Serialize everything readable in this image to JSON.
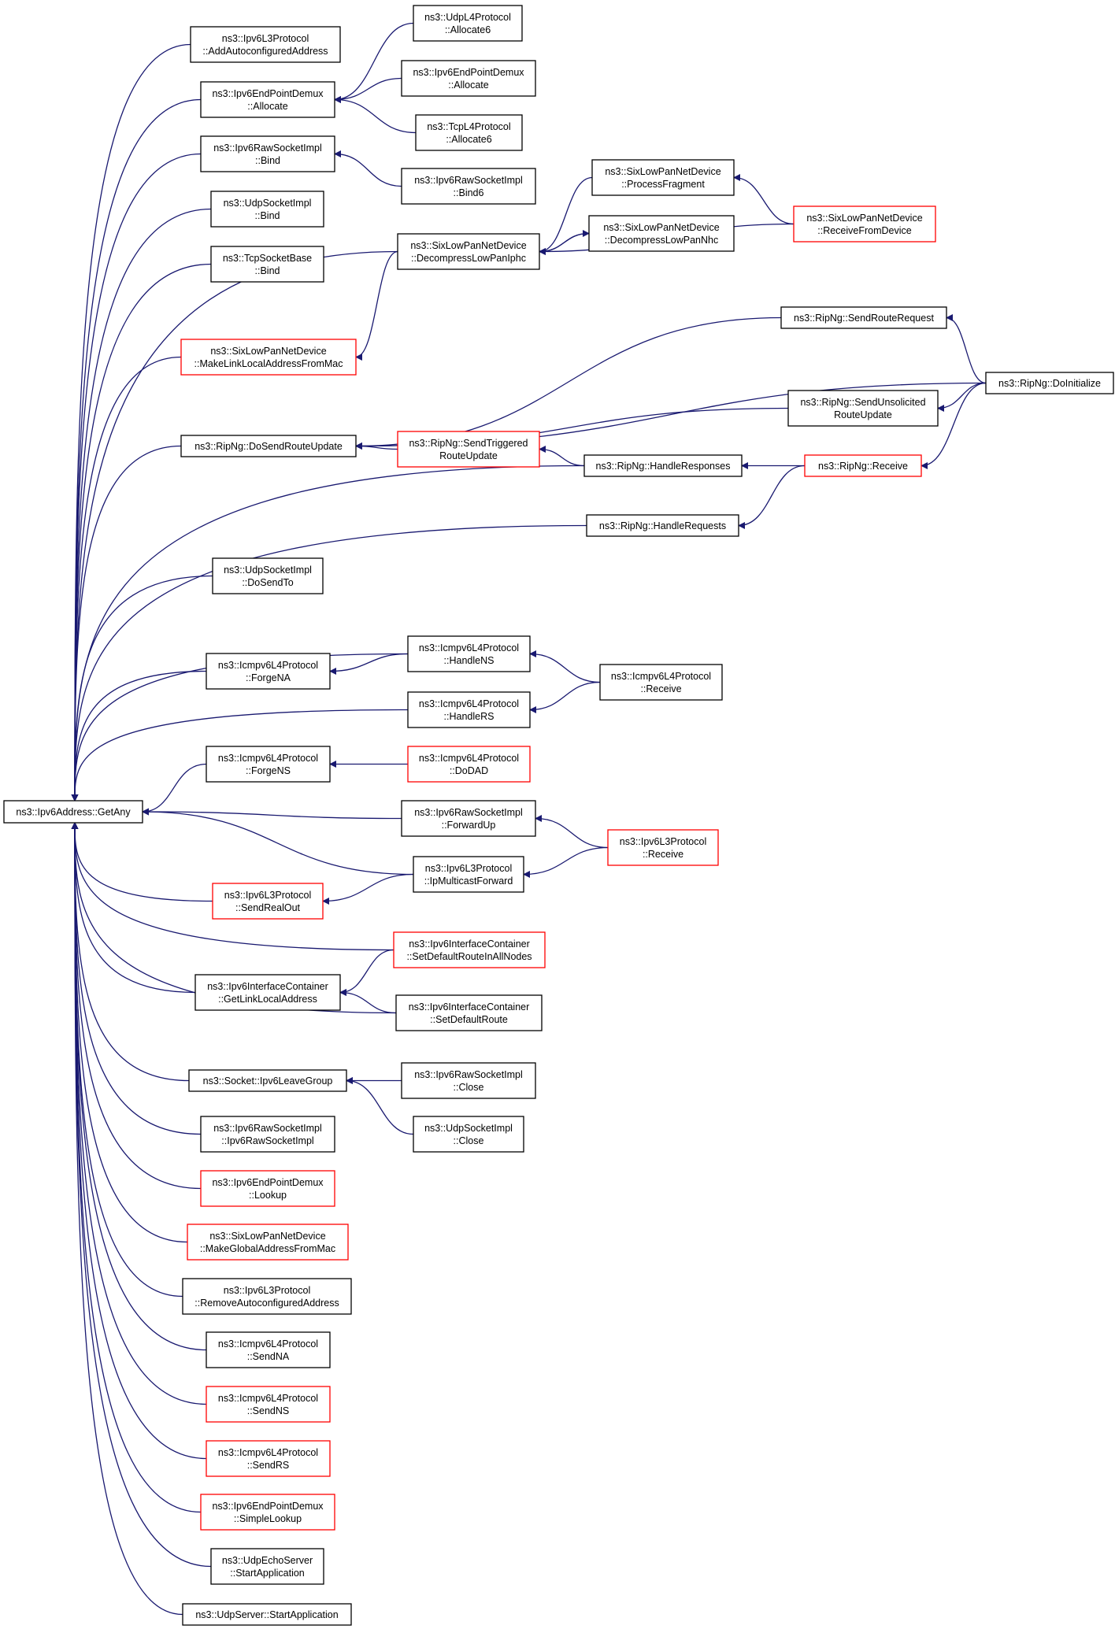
{
  "colors": {
    "edge": "#191970",
    "node_border": "#000000",
    "node_border_incomplete": "#ff0000",
    "root_fill": "#bfbfbf"
  },
  "nodes": [
    {
      "id": "root",
      "lines": [
        "ns3::Ipv6Address::GetAny"
      ],
      "incomplete": false,
      "root": true
    },
    {
      "id": "n_addauto",
      "lines": [
        "ns3::Ipv6L3Protocol",
        "::AddAutoconfiguredAddress"
      ],
      "incomplete": false
    },
    {
      "id": "n_epd_alloc",
      "lines": [
        "ns3::Ipv6EndPointDemux",
        "::Allocate"
      ],
      "incomplete": false
    },
    {
      "id": "n_raw_bind",
      "lines": [
        "ns3::Ipv6RawSocketImpl",
        "::Bind"
      ],
      "incomplete": false
    },
    {
      "id": "n_udpsock_bind",
      "lines": [
        "ns3::UdpSocketImpl",
        "::Bind"
      ],
      "incomplete": false
    },
    {
      "id": "n_tcpsock_bind",
      "lines": [
        "ns3::TcpSocketBase",
        "::Bind"
      ],
      "incomplete": false
    },
    {
      "id": "n_mklinklocal",
      "lines": [
        "ns3::SixLowPanNetDevice",
        "::MakeLinkLocalAddressFromMac"
      ],
      "incomplete": true
    },
    {
      "id": "n_dosendroute",
      "lines": [
        "ns3::RipNg::DoSendRouteUpdate"
      ],
      "incomplete": false
    },
    {
      "id": "n_udp_dosendto",
      "lines": [
        "ns3::UdpSocketImpl",
        "::DoSendTo"
      ],
      "incomplete": false
    },
    {
      "id": "n_forgena",
      "lines": [
        "ns3::Icmpv6L4Protocol",
        "::ForgeNA"
      ],
      "incomplete": false
    },
    {
      "id": "n_forgens",
      "lines": [
        "ns3::Icmpv6L4Protocol",
        "::ForgeNS"
      ],
      "incomplete": false
    },
    {
      "id": "n_sendrealout",
      "lines": [
        "ns3::Ipv6L3Protocol",
        "::SendRealOut"
      ],
      "incomplete": true
    },
    {
      "id": "n_getlinklocal",
      "lines": [
        "ns3::Ipv6InterfaceContainer",
        "::GetLinkLocalAddress"
      ],
      "incomplete": false
    },
    {
      "id": "n_leavegroup",
      "lines": [
        "ns3::Socket::Ipv6LeaveGroup"
      ],
      "incomplete": false
    },
    {
      "id": "n_rawctor",
      "lines": [
        "ns3::Ipv6RawSocketImpl",
        "::Ipv6RawSocketImpl"
      ],
      "incomplete": false
    },
    {
      "id": "n_epd_lookup",
      "lines": [
        "ns3::Ipv6EndPointDemux",
        "::Lookup"
      ],
      "incomplete": true
    },
    {
      "id": "n_mkglobal",
      "lines": [
        "ns3::SixLowPanNetDevice",
        "::MakeGlobalAddressFromMac"
      ],
      "incomplete": true
    },
    {
      "id": "n_removeauto",
      "lines": [
        "ns3::Ipv6L3Protocol",
        "::RemoveAutoconfiguredAddress"
      ],
      "incomplete": false
    },
    {
      "id": "n_sendna",
      "lines": [
        "ns3::Icmpv6L4Protocol",
        "::SendNA"
      ],
      "incomplete": false
    },
    {
      "id": "n_sendns",
      "lines": [
        "ns3::Icmpv6L4Protocol",
        "::SendNS"
      ],
      "incomplete": true
    },
    {
      "id": "n_sendrs",
      "lines": [
        "ns3::Icmpv6L4Protocol",
        "::SendRS"
      ],
      "incomplete": true
    },
    {
      "id": "n_simplelookup",
      "lines": [
        "ns3::Ipv6EndPointDemux",
        "::SimpleLookup"
      ],
      "incomplete": true
    },
    {
      "id": "n_echo_start",
      "lines": [
        "ns3::UdpEchoServer",
        "::StartApplication"
      ],
      "incomplete": false
    },
    {
      "id": "n_udpserver_start",
      "lines": [
        "ns3::UdpServer::StartApplication"
      ],
      "incomplete": false
    },
    {
      "id": "n_udpl4_alloc6",
      "lines": [
        "ns3::UdpL4Protocol",
        "::Allocate6"
      ],
      "incomplete": false
    },
    {
      "id": "n_epd_alloc2",
      "lines": [
        "ns3::Ipv6EndPointDemux",
        "::Allocate"
      ],
      "incomplete": false
    },
    {
      "id": "n_tcpl4_alloc6",
      "lines": [
        "ns3::TcpL4Protocol",
        "::Allocate6"
      ],
      "incomplete": false
    },
    {
      "id": "n_raw_bind6",
      "lines": [
        "ns3::Ipv6RawSocketImpl",
        "::Bind6"
      ],
      "incomplete": false
    },
    {
      "id": "n_decompiphc",
      "lines": [
        "ns3::SixLowPanNetDevice",
        "::DecompressLowPanIphc"
      ],
      "incomplete": false
    },
    {
      "id": "n_sendtriggered",
      "lines": [
        "ns3::RipNg::SendTriggered",
        "RouteUpdate"
      ],
      "incomplete": true
    },
    {
      "id": "n_handleresponses",
      "lines": [
        "ns3::RipNg::HandleResponses"
      ],
      "incomplete": false
    },
    {
      "id": "n_handlerequests",
      "lines": [
        "ns3::RipNg::HandleRequests"
      ],
      "incomplete": false
    },
    {
      "id": "n_sendrouterequest",
      "lines": [
        "ns3::RipNg::SendRouteRequest"
      ],
      "incomplete": false
    },
    {
      "id": "n_sendunsolicited",
      "lines": [
        "ns3::RipNg::SendUnsolicited",
        "RouteUpdate"
      ],
      "incomplete": false
    },
    {
      "id": "n_ripng_receive",
      "lines": [
        "ns3::RipNg::Receive"
      ],
      "incomplete": true
    },
    {
      "id": "n_ripng_doinit",
      "lines": [
        "ns3::RipNg::DoInitialize"
      ],
      "incomplete": false
    },
    {
      "id": "n_processfrag",
      "lines": [
        "ns3::SixLowPanNetDevice",
        "::ProcessFragment"
      ],
      "incomplete": false
    },
    {
      "id": "n_decompnhc",
      "lines": [
        "ns3::SixLowPanNetDevice",
        "::DecompressLowPanNhc"
      ],
      "incomplete": false
    },
    {
      "id": "n_recvfromdev",
      "lines": [
        "ns3::SixLowPanNetDevice",
        "::ReceiveFromDevice"
      ],
      "incomplete": true
    },
    {
      "id": "n_handlens",
      "lines": [
        "ns3::Icmpv6L4Protocol",
        "::HandleNS"
      ],
      "incomplete": false
    },
    {
      "id": "n_handlers",
      "lines": [
        "ns3::Icmpv6L4Protocol",
        "::HandleRS"
      ],
      "incomplete": false
    },
    {
      "id": "n_icmp_receive",
      "lines": [
        "ns3::Icmpv6L4Protocol",
        "::Receive"
      ],
      "incomplete": false
    },
    {
      "id": "n_dodad",
      "lines": [
        "ns3::Icmpv6L4Protocol",
        "::DoDAD"
      ],
      "incomplete": true
    },
    {
      "id": "n_forwardup",
      "lines": [
        "ns3::Ipv6RawSocketImpl",
        "::ForwardUp"
      ],
      "incomplete": false
    },
    {
      "id": "n_ipmcastfwd",
      "lines": [
        "ns3::Ipv6L3Protocol",
        "::IpMulticastForward"
      ],
      "incomplete": false
    },
    {
      "id": "n_l3_receive",
      "lines": [
        "ns3::Ipv6L3Protocol",
        "::Receive"
      ],
      "incomplete": true
    },
    {
      "id": "n_setdefallnodes",
      "lines": [
        "ns3::Ipv6InterfaceContainer",
        "::SetDefaultRouteInAllNodes"
      ],
      "incomplete": true
    },
    {
      "id": "n_setdefroute",
      "lines": [
        "ns3::Ipv6InterfaceContainer",
        "::SetDefaultRoute"
      ],
      "incomplete": false
    },
    {
      "id": "n_raw_close",
      "lines": [
        "ns3::Ipv6RawSocketImpl",
        "::Close"
      ],
      "incomplete": false
    },
    {
      "id": "n_udp_close",
      "lines": [
        "ns3::UdpSocketImpl",
        "::Close"
      ],
      "incomplete": false
    }
  ]
}
